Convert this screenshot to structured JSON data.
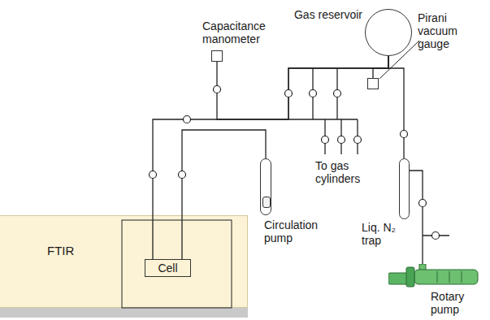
{
  "diagram": {
    "nodes": [
      {
        "text": [
          "Gas reservoir"
        ]
      },
      {
        "text": [
          "Capacitance manometer"
        ]
      },
      {
        "text": [
          "Pirani vacuum gauge"
        ]
      },
      {
        "text": [
          "FTIR"
        ]
      },
      {
        "text": [
          "Cell"
        ],
        "in": 3
      },
      {
        "text": [
          "Circulation pump"
        ]
      },
      {
        "text": [
          "Liq. N₂ trap"
        ]
      },
      {
        "text": [
          "Rotary pump"
        ]
      }
    ],
    "edges": [
      {
        "from": 4,
        "to": 0,
        "arrow": "none"
      },
      {
        "from": 4,
        "to": 5,
        "arrow": "none"
      },
      {
        "from": 1,
        "to": 0,
        "arrow": "none"
      },
      {
        "from": 0,
        "to": 2,
        "arrow": "none"
      },
      {
        "from": 0,
        "to": 6,
        "arrow": "none"
      },
      {
        "from": 6,
        "to": 7,
        "arrow": "none"
      }
    ],
    "labels": [
      "To gas cylinders"
    ]
  }
}
